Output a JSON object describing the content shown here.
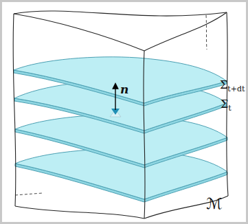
{
  "diagram": {
    "labels": [
      "n",
      "Σt+dt",
      "Σt",
      "ℳ"
    ]
  }
}
